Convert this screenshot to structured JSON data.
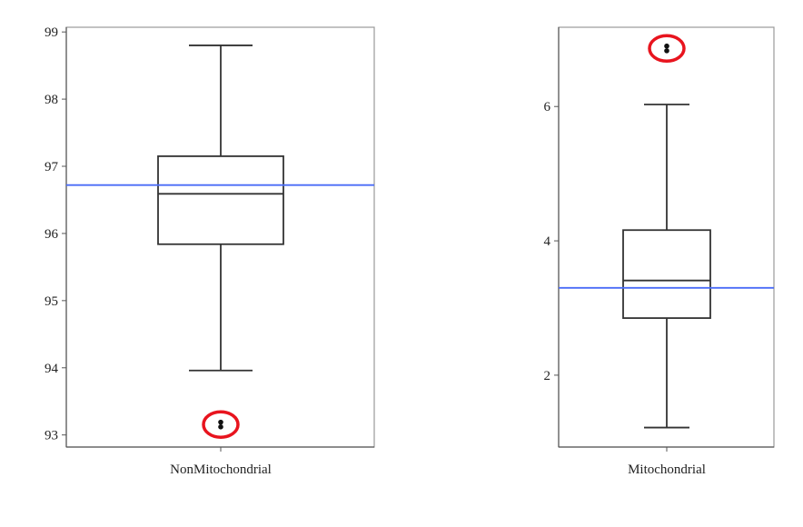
{
  "chart_data": [
    {
      "type": "box",
      "category": "NonMitochondrial",
      "ylim": [
        92.82,
        99.07
      ],
      "yticks": [
        93,
        94,
        95,
        96,
        97,
        98,
        99
      ],
      "whisker_low": 93.96,
      "q1": 95.84,
      "median": 96.59,
      "q3": 97.15,
      "whisker_high": 98.8,
      "outliers": [
        93.19,
        93.12
      ],
      "mean_line": 96.72,
      "outliers_highlighted": true
    },
    {
      "type": "box",
      "category": "Mitochondrial",
      "ylim": [
        0.93,
        7.18
      ],
      "yticks": [
        2,
        4,
        6
      ],
      "whisker_low": 1.22,
      "q1": 2.85,
      "median": 3.41,
      "q3": 4.16,
      "whisker_high": 6.03,
      "outliers": [
        6.9,
        6.83
      ],
      "mean_line": 3.3,
      "outliers_highlighted": true
    }
  ],
  "colors": {
    "frame": "#999999",
    "box": "#333333",
    "mean_line": "#4a6cf7",
    "highlight": "#e8141e",
    "outlier": "#111111"
  }
}
